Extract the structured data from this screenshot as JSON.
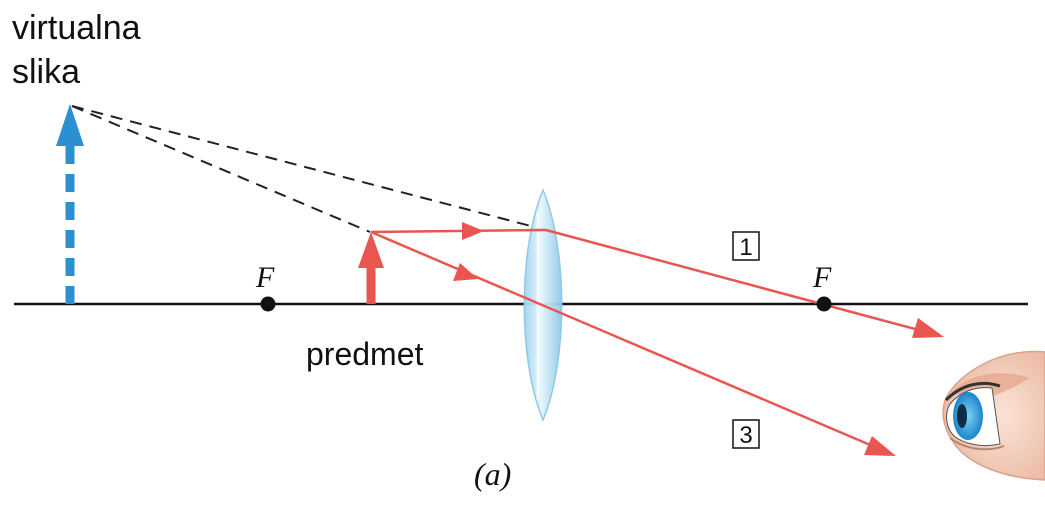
{
  "labels": {
    "image_line1": "virtualna",
    "image_line2": "slika",
    "object": "predmet",
    "focal_left": "F",
    "focal_right": "F",
    "ray_1": "1",
    "ray_3": "3",
    "caption": "(a)"
  },
  "colors": {
    "ray": "#e8564f",
    "virtual_image": "#2b8fd0",
    "axis": "#111111",
    "dashed_extension": "#222222",
    "lens": "#bfe4f5"
  },
  "icons": {
    "eye": "eye-icon"
  }
}
